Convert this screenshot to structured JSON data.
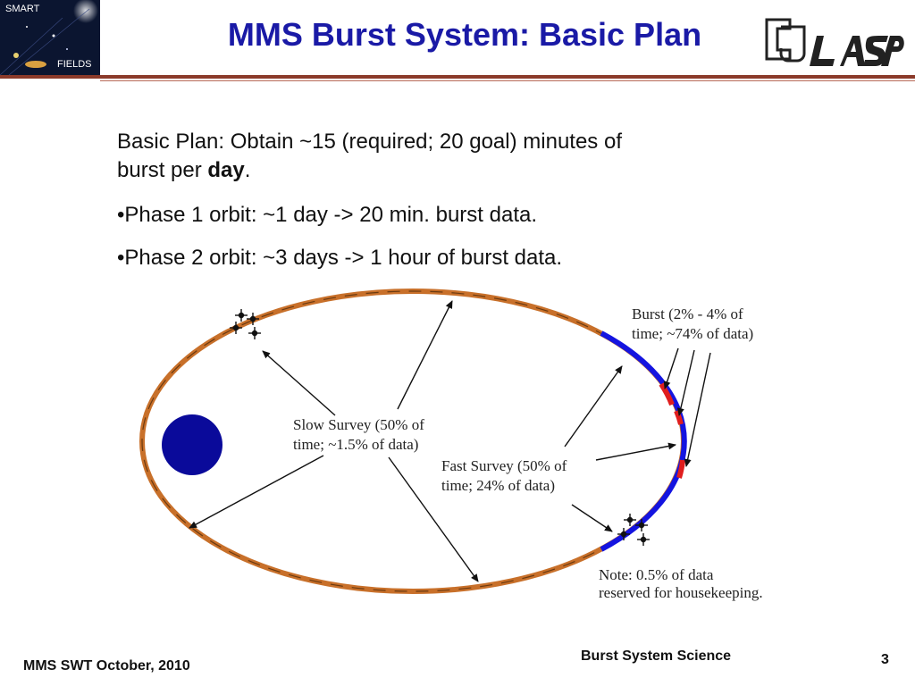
{
  "header": {
    "title": "MMS Burst System: Basic Plan",
    "logo_left": {
      "top_text": "SMART",
      "bottom_text": "FIELDS"
    },
    "logo_right": {
      "name": "LASP"
    }
  },
  "body": {
    "line1_prefix": "Basic Plan: Obtain ~15 (required; 20 goal) minutes of",
    "line1_cont": "burst per ",
    "line1_bold": "day",
    "line1_end": ".",
    "bullet1": "•Phase 1 orbit: ~1 day -> 20 min. burst data.",
    "bullet2": "•Phase 2 orbit: ~3 days -> 1 hour of burst data."
  },
  "diagram": {
    "labels": {
      "burst_l1": "Burst (2% - 4% of",
      "burst_l2": "time; ~74% of data)",
      "slow_l1": "Slow Survey (50% of",
      "slow_l2": "time; ~1.5% of data)",
      "fast_l1": "Fast Survey (50% of",
      "fast_l2": "time; 24% of data)",
      "note_l1": "Note: 0.5% of data",
      "note_l2": "reserved for housekeeping."
    },
    "colors": {
      "slow_survey": "#c8702a",
      "fast_survey": "#1414e0",
      "burst": "#e01e1e",
      "earth": "#0a0a9a"
    }
  },
  "footer": {
    "left": "MMS SWT October, 2010",
    "center": "Burst System Science",
    "page": "3"
  }
}
